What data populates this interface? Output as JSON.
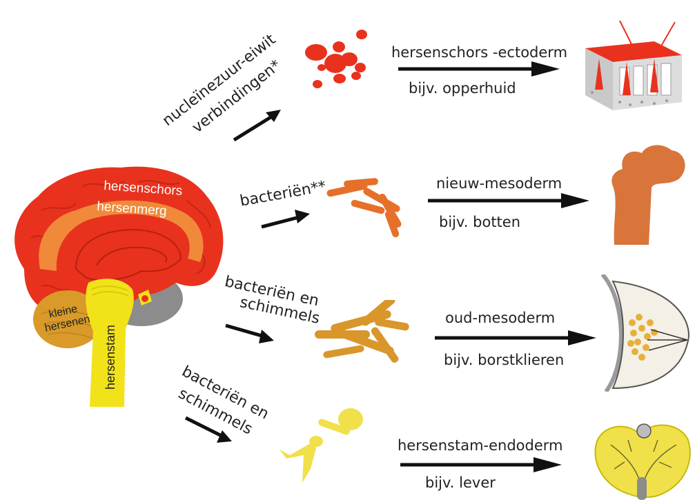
{
  "brain": {
    "labels": {
      "cortex": "hersenschors",
      "medulla": "hersenmerg",
      "cerebellum_line1": "kleine",
      "cerebellum_line2": "hersenen",
      "brainstem": "hersenstam"
    }
  },
  "rows": [
    {
      "microbe_line1": "nucleïnezuur-eiwit",
      "microbe_line2": "verbindingen*",
      "germ_layer": "hersenschors -ectoderm",
      "example": "bijv. opperhuid"
    },
    {
      "microbe_line1": "bacteriën**",
      "germ_layer": "nieuw-mesoderm",
      "example": "bijv. botten"
    },
    {
      "microbe_line1": "bacteriën en",
      "microbe_line2": "schimmels",
      "germ_layer": "oud-mesoderm",
      "example": "bijv. borstklieren"
    },
    {
      "microbe_line1": "bacteriën en",
      "microbe_line2": "schimmels",
      "germ_layer": "hersenstam-endoderm",
      "example": "bijv. lever"
    }
  ],
  "colors": {
    "cortex": "#e8321e",
    "medulla": "#f08a3a",
    "cerebellum": "#d99a2a",
    "brainstem": "#f2e21a",
    "bone": "#d9753a",
    "fungi": "#d9962a",
    "liver": "#f0e04a",
    "arrow": "#111111"
  },
  "icons": [
    "brain-illustration",
    "virus-cluster-icon",
    "rod-bacteria-icon",
    "fungi-icon",
    "yeast-cell-icon",
    "skin-section-icon",
    "femur-bone-icon",
    "breast-gland-icon",
    "liver-icon"
  ]
}
